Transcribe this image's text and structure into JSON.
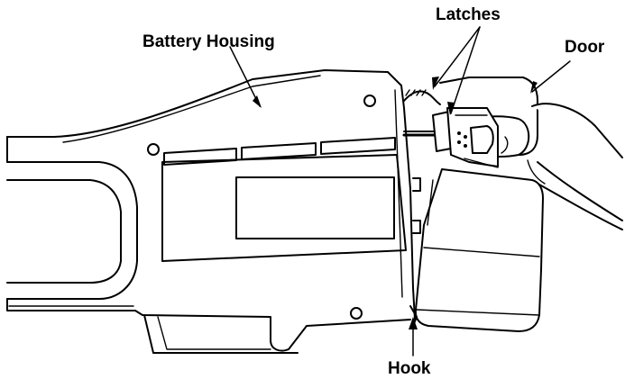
{
  "labels": {
    "battery_housing": "Battery Housing",
    "latches": "Latches",
    "door": "Door",
    "hook": "Hook"
  },
  "colors": {
    "line": "#000000",
    "background": "#ffffff"
  }
}
